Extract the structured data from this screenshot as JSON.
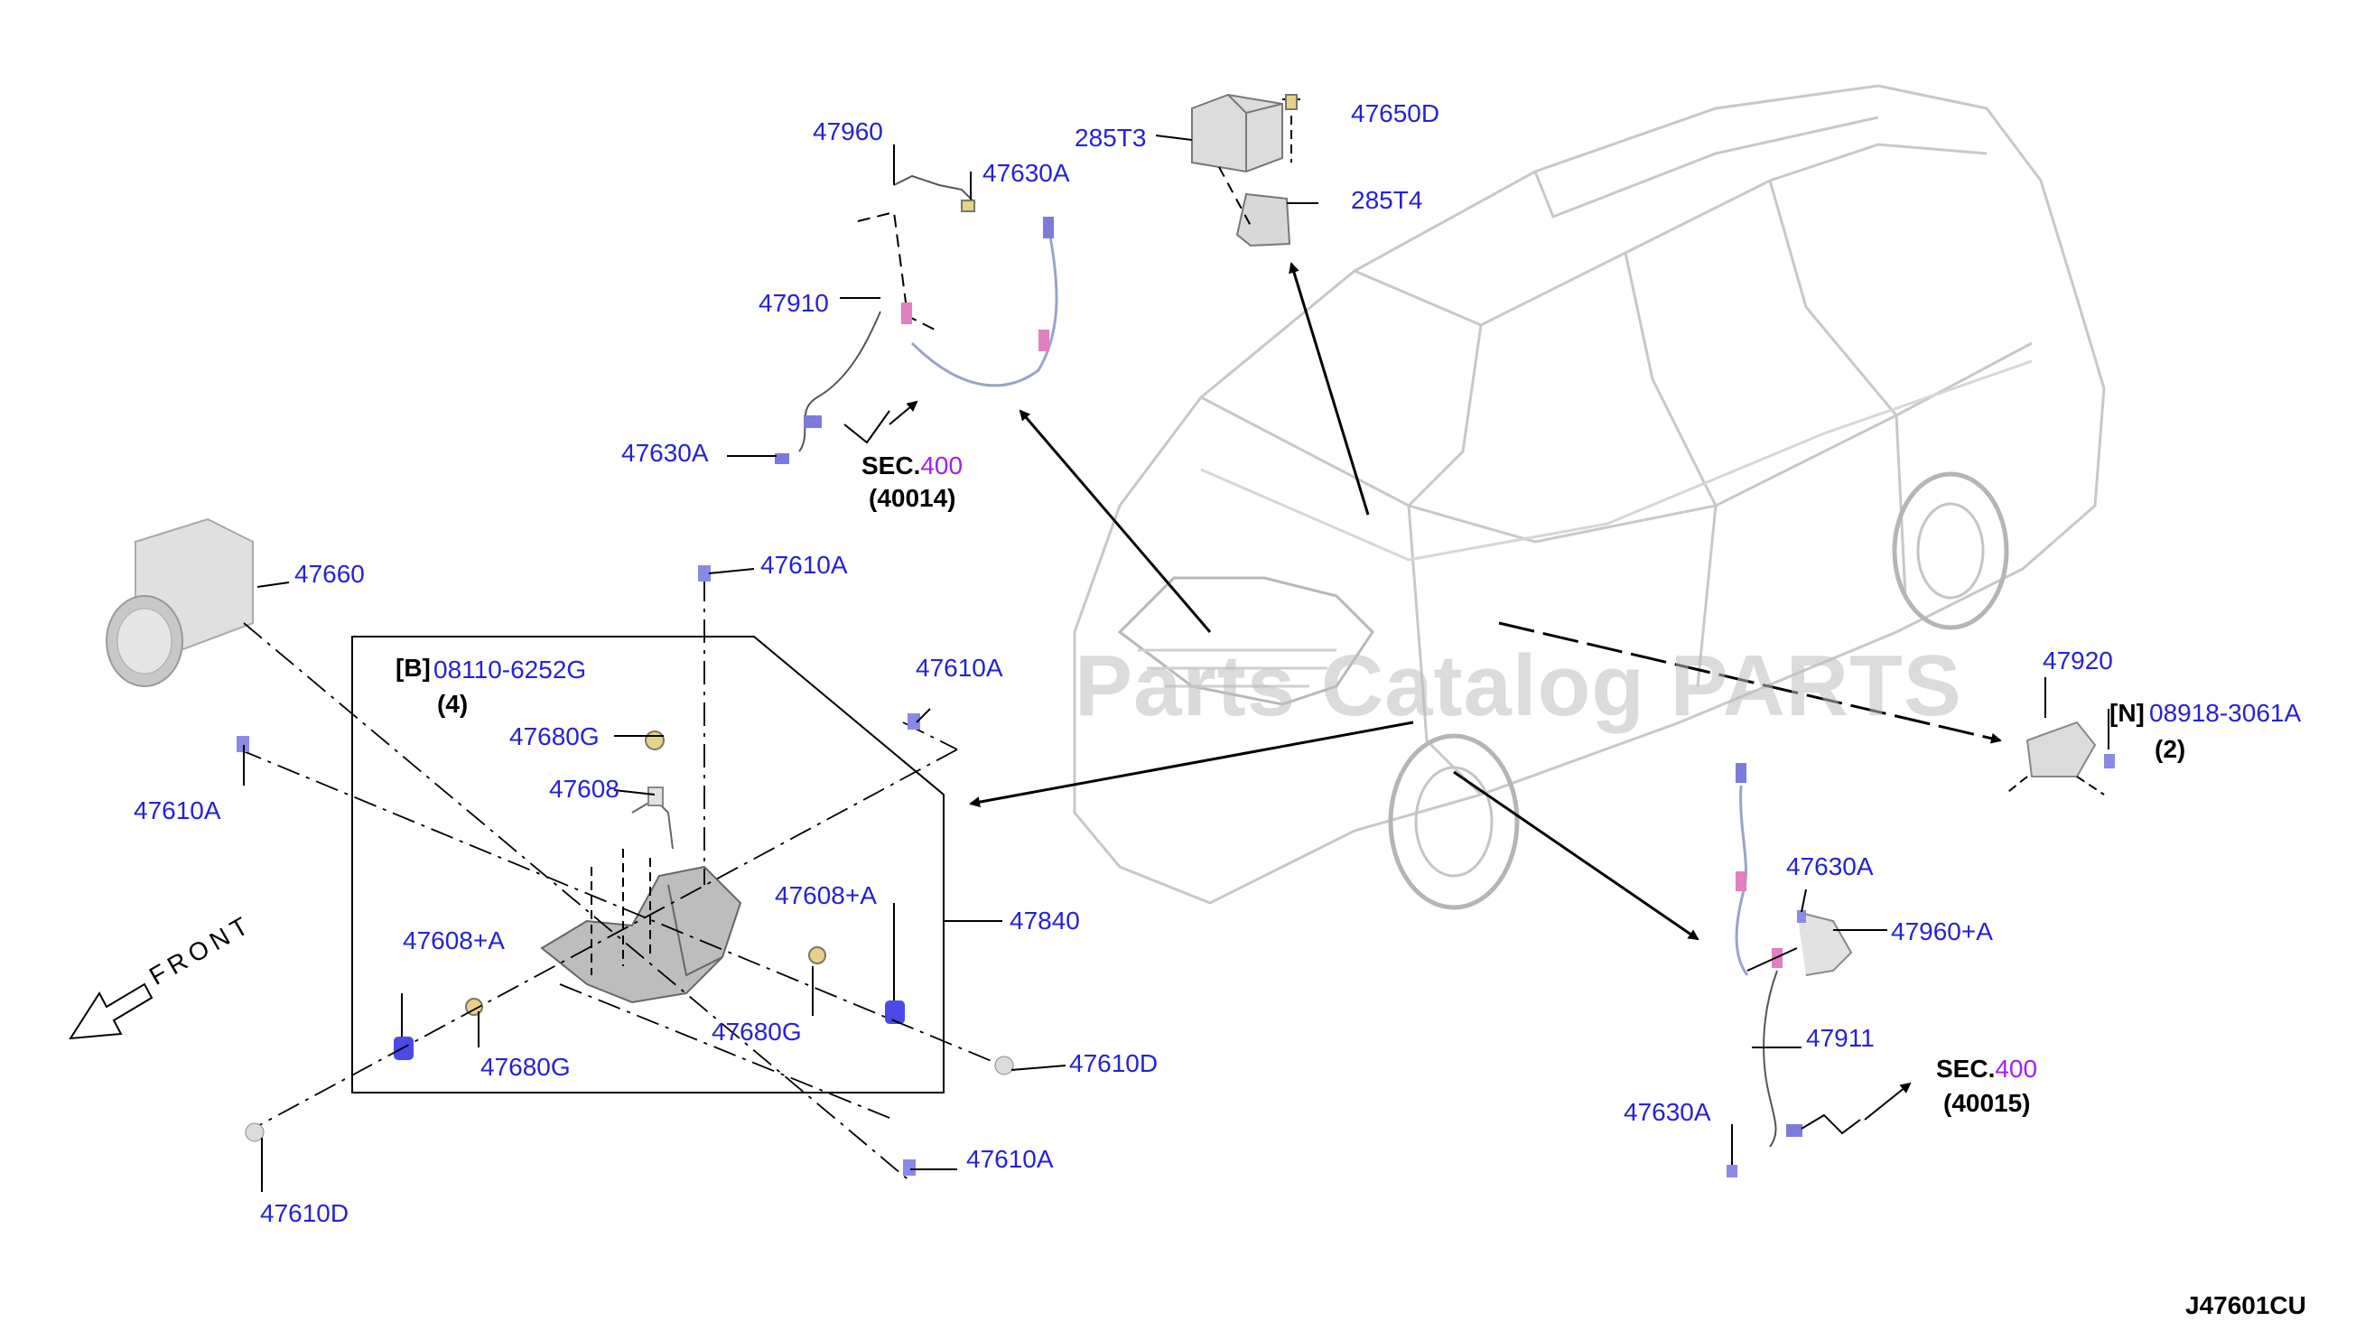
{
  "colors": {
    "label": "#2323d6",
    "section_number": "#a020f0",
    "line": "#000000"
  },
  "labels": {
    "l47960": "47960",
    "l47630A_top": "47630A",
    "l47910": "47910",
    "l47630A_left": "47630A",
    "l285T3": "285T3",
    "l47650D": "47650D",
    "l285T4": "285T4",
    "l47660": "47660",
    "l47610A_top": "47610A",
    "l47610A_right": "47610A",
    "l47610A_left": "47610A",
    "l47680G_top": "47680G",
    "l47608": "47608",
    "l47608A_right": "47608+A",
    "l47608A_left": "47608+A",
    "l47840": "47840",
    "l47680G_mid": "47680G",
    "l47680G_left": "47680G",
    "l47610D_right": "47610D",
    "l47610D_left": "47610D",
    "l47610A_bottom": "47610A",
    "l47920": "47920",
    "l08918": "08918-3061A",
    "l47630A_r1": "47630A",
    "l47960A": "47960+A",
    "l47911": "47911",
    "l47630A_r2": "47630A",
    "bolt_code_label": "08110-6252G",
    "bolt_qty": "(4)",
    "n_qty": "(2)"
  },
  "sections": {
    "sec1": {
      "prefix": "SEC.",
      "num": "400",
      "sub": "(40014)"
    },
    "sec2": {
      "prefix": "SEC.",
      "num": "400",
      "sub": "(40015)"
    }
  },
  "callouts": {
    "b": "[B]",
    "n": "[N]"
  },
  "front": "FRONT",
  "watermark": "Parts Catalog PARTS",
  "diagram_code": "J47601CU"
}
